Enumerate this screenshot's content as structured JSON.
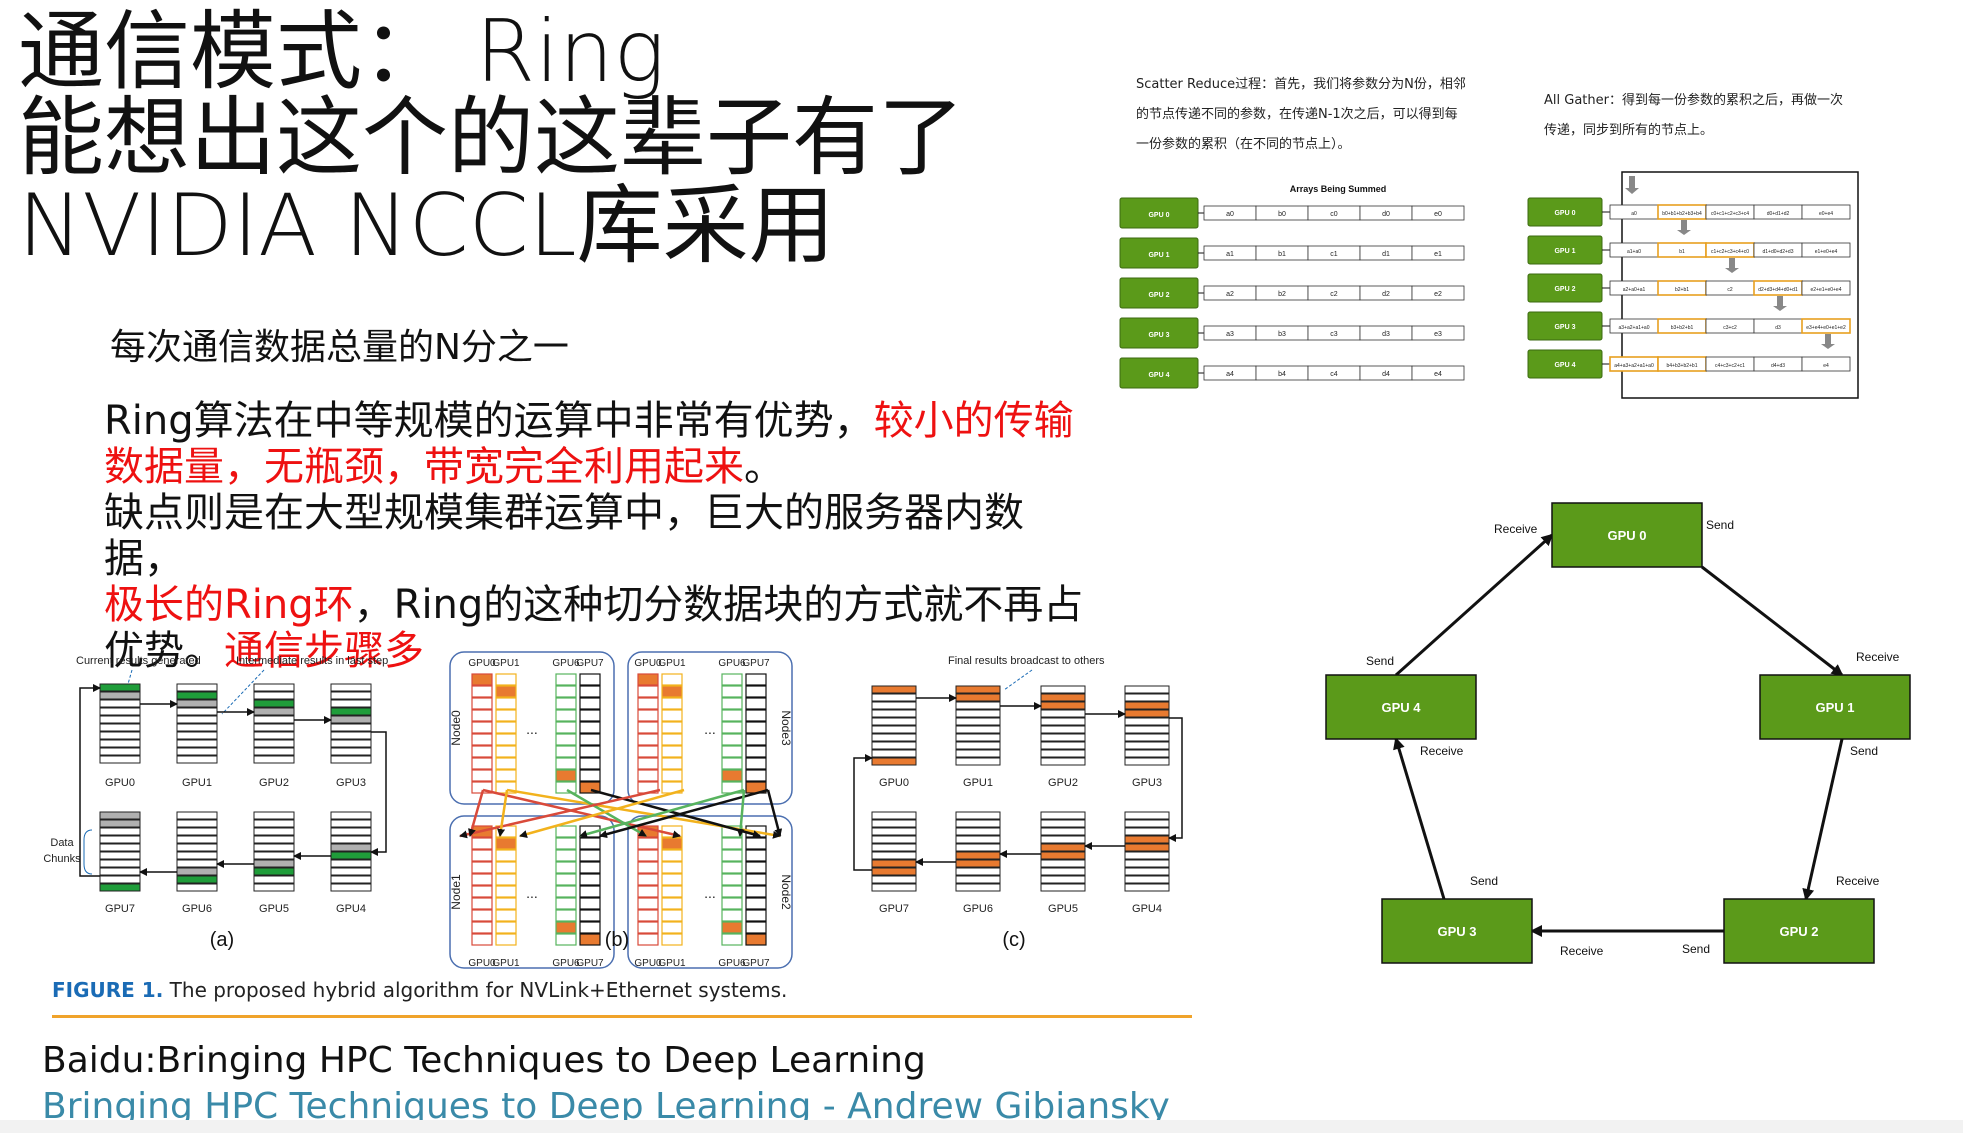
{
  "title": {
    "line1": "通信模式： Ring",
    "line2": "能想出这个的这辈子有了",
    "line3": "NVIDIA NCCL库采用"
  },
  "subtitle": "每次通信数据总量的N分之一",
  "body": {
    "p1_normal": "Ring算法在中等规模的运算中非常有优势，",
    "p1_red": "较小的传输数据量，无瓶颈，带宽完全利用起来",
    "p1_end": "。",
    "p2_normal": "缺点则是在大型规模集群运算中，巨大的服务器内数据，",
    "p2_red": "极长的Ring环",
    "p2_mid": "，Ring的这种切分数据块的方式就不再占优势。",
    "p2_red2": "通信步骤多"
  },
  "figure": {
    "caption_label": "FIGURE 1.",
    "caption_text": " The proposed hybrid algorithm for NVLink+Ethernet systems.",
    "panel_a": {
      "label": "(a)",
      "note_current": "Current results generated",
      "note_intermediate": "Intermediate results in last step",
      "data_chunks": [
        "Data",
        "Chunks"
      ],
      "gpus_top": [
        "GPU0",
        "GPU1",
        "GPU2",
        "GPU3"
      ],
      "gpus_bottom": [
        "GPU7",
        "GPU6",
        "GPU5",
        "GPU4"
      ]
    },
    "panel_b": {
      "label": "(b)",
      "nodes": [
        "Node0",
        "Node3",
        "Node1",
        "Node2"
      ],
      "gpu_labels": [
        "GPU0",
        "GPU1",
        "GPU6",
        "GPU7"
      ],
      "ellipsis": "..."
    },
    "panel_c": {
      "label": "(c)",
      "note_final": "Final results broadcast to others",
      "gpus_top": [
        "GPU0",
        "GPU1",
        "GPU2",
        "GPU3"
      ],
      "gpus_bottom": [
        "GPU7",
        "GPU6",
        "GPU5",
        "GPU4"
      ]
    }
  },
  "references": {
    "ref1": "Baidu:Bringing HPC Techniques to Deep Learning",
    "ref2": "Bringing HPC Techniques to Deep Learning - Andrew Gibiansky"
  },
  "scatter_reduce": {
    "text": "Scatter Reduce过程：首先，我们将参数分为N份，相邻的节点传递不同的参数，在传递N-1次之后，可以得到每一份参数的累积（在不同的节点上）。",
    "arrays_title": "Arrays Being Summed",
    "gpus": [
      "GPU 0",
      "GPU 1",
      "GPU 2",
      "GPU 3",
      "GPU 4"
    ],
    "rows": [
      [
        "a0",
        "b0",
        "c0",
        "d0",
        "e0"
      ],
      [
        "a1",
        "b1",
        "c1",
        "d1",
        "e1"
      ],
      [
        "a2",
        "b2",
        "c2",
        "d2",
        "e2"
      ],
      [
        "a3",
        "b3",
        "c3",
        "d3",
        "e3"
      ],
      [
        "a4",
        "b4",
        "c4",
        "d4",
        "e4"
      ]
    ]
  },
  "all_gather": {
    "text": "All Gather：得到每一份参数的累积之后，再做一次传递，同步到所有的节点上。",
    "gpus": [
      "GPU 0",
      "GPU 1",
      "GPU 2",
      "GPU 3",
      "GPU 4"
    ],
    "rows": [
      [
        "a0",
        "b0+b1+b2+b3+b4",
        "c0+c1+c2+c3+c4",
        "d0+d1+d2",
        "e0+e4"
      ],
      [
        "a1+a0",
        "b1",
        "c1+c2+c3+c4+c0",
        "d1+d0+d2+d3",
        "e1+e0+e4"
      ],
      [
        "a2+a0+a1",
        "b2+b1",
        "c2",
        "d2+d3+d4+d0+d1",
        "e2+e1+e0+e4"
      ],
      [
        "a3+a2+a1+a0",
        "b3+b2+b1",
        "c3+c2",
        "d3",
        "e3+e4+e0+e1+e2"
      ],
      [
        "a4+a3+a2+a1+a0",
        "b4+b3+b2+b1",
        "c4+c3+c2+c1",
        "d4+d3",
        "e4"
      ]
    ]
  },
  "ring_diagram": {
    "nodes": [
      "GPU 0",
      "GPU 1",
      "GPU 2",
      "GPU 3",
      "GPU 4"
    ],
    "send": "Send",
    "receive": "Receive"
  },
  "colors": {
    "gpu_green": "#5b9a1a",
    "red_text": "#ee1111",
    "link_teal": "#3a8aa8",
    "figure_blue": "#1a6bb5",
    "rule_orange": "#f0a32a",
    "chunk_green": "#1f9d3a",
    "chunk_orange": "#e87a30",
    "chunk_gray": "#b0b0b0"
  }
}
